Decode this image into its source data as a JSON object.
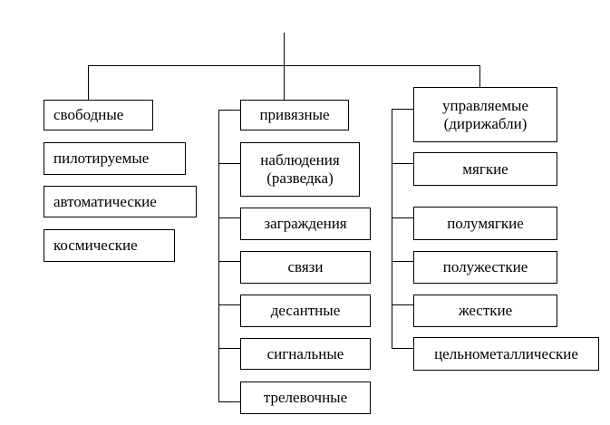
{
  "diagram": {
    "type": "classification-tree",
    "groups": [
      {
        "id": "free",
        "label": "свободные",
        "children": [
          "пилотируемые",
          "автоматические",
          "космические"
        ]
      },
      {
        "id": "tethered",
        "label": "привязные",
        "children": [
          "наблюдения (разведка)",
          "заграждения",
          "связи",
          "десантные",
          "сигнальные",
          "трелевочные"
        ]
      },
      {
        "id": "controlled",
        "label": "управляемые (дирижабли)",
        "children": [
          "мягкие",
          "полумягкие",
          "полужесткие",
          "жесткие",
          "цельнометаллические"
        ]
      }
    ]
  },
  "labels": {
    "free": "свободные",
    "free_1": "пилотируемые",
    "free_2": "автоматические",
    "free_3": "космические",
    "tethered": "привязные",
    "tethered_1a": "наблюдения",
    "tethered_1b": "(разведка)",
    "tethered_2": "заграждения",
    "tethered_3": "связи",
    "tethered_4": "десантные",
    "tethered_5": "сигнальные",
    "tethered_6": "трелевочные",
    "controlled_a": "управляемые",
    "controlled_b": "(дирижабли)",
    "controlled_1": "мягкие",
    "controlled_2": "полумягкие",
    "controlled_3": "полужесткие",
    "controlled_4": "жесткие",
    "controlled_5": "цельнометаллические"
  }
}
